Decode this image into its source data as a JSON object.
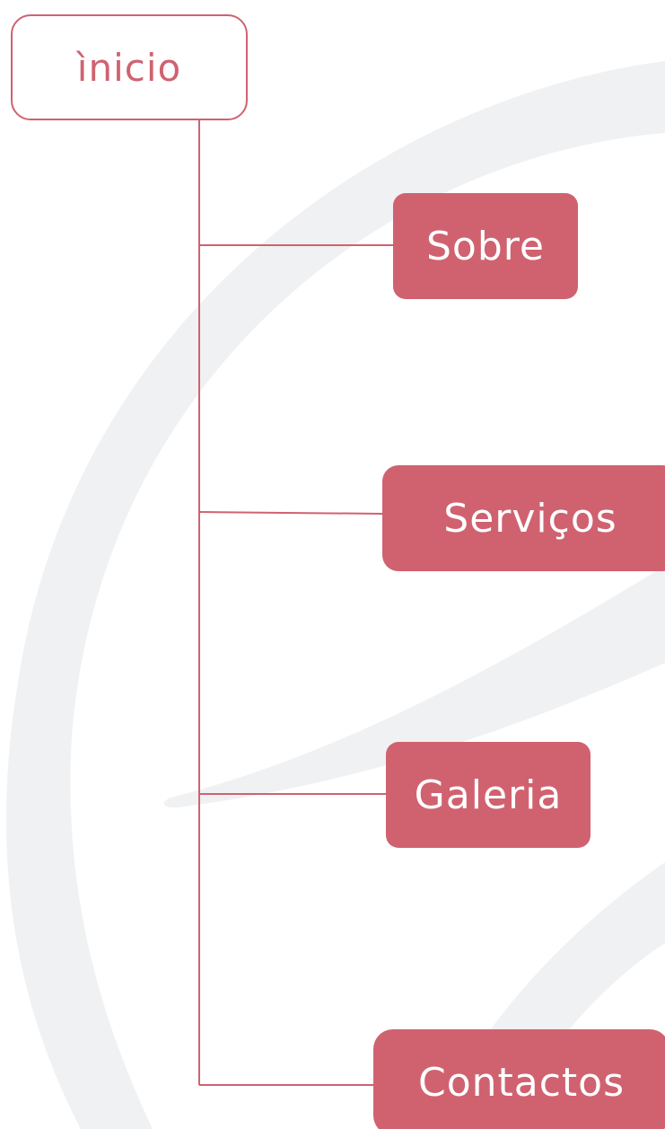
{
  "diagram": {
    "root": {
      "label": "ìnicio"
    },
    "children": [
      {
        "label": "Sobre"
      },
      {
        "label": "Serviços"
      },
      {
        "label": "Galeria"
      },
      {
        "label": "Contactos"
      }
    ],
    "colors": {
      "accent": "#d06270",
      "watermark": "#f0f1f3",
      "background": "#ffffff"
    }
  }
}
